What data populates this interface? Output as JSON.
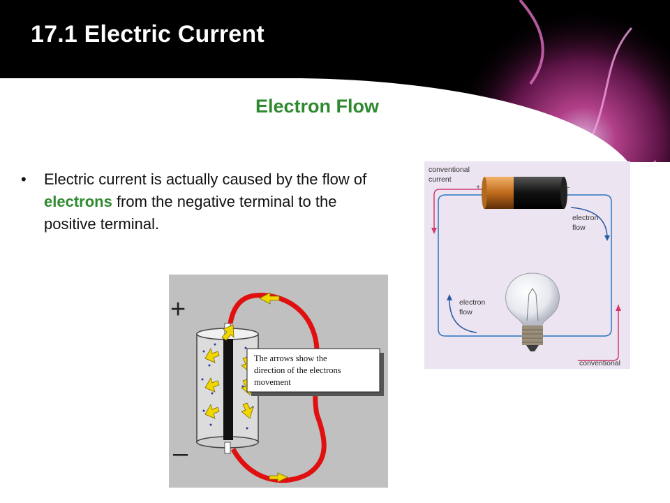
{
  "slide": {
    "title": "17.1 Electric Current",
    "subtitle": "Electron Flow",
    "bullet": {
      "marker": "•",
      "text_before": "Electric current is actually caused by the flow of ",
      "highlight": "electrons",
      "text_after": " from the negative terminal to the positive terminal."
    },
    "colors": {
      "header_bg": "#000000",
      "content_bg": "#ffffff",
      "accent_green": "#2f8a2f",
      "text": "#111111"
    }
  },
  "figure_left": {
    "plus_sign": "+",
    "minus_sign": "–",
    "callout_lines": [
      "The arrows  show the",
      "direction of the electrons",
      "movement"
    ]
  },
  "figure_right": {
    "conventional_current_line1": "conventional",
    "conventional_current_line2": "current",
    "battery_plus": "+",
    "battery_minus": "–",
    "electron_flow_top_line1": "electron",
    "electron_flow_top_line2": "flow",
    "electron_flow_bottom_line1": "electron",
    "electron_flow_bottom_line2": "flow",
    "conventional_bottom": "conventional"
  }
}
